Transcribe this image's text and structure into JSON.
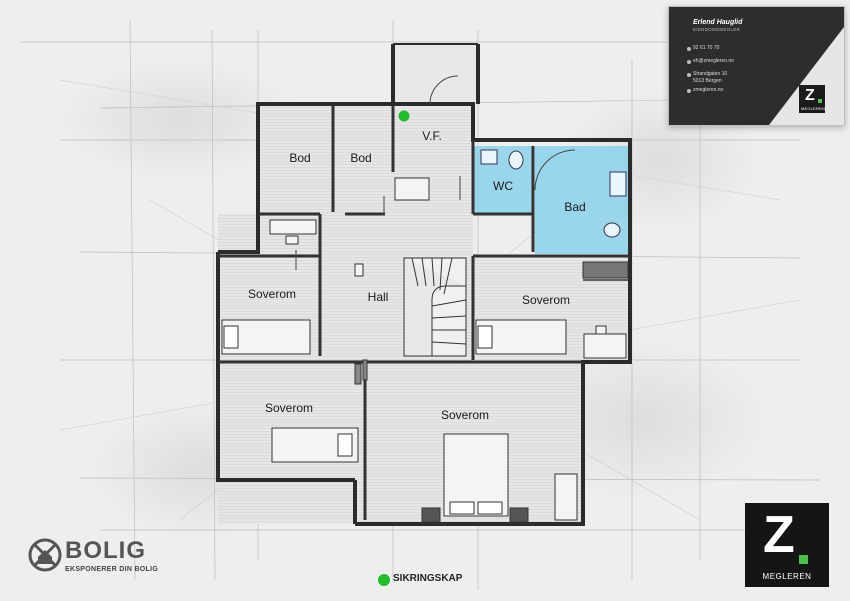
{
  "rooms": {
    "bod_1": "Bod",
    "bod_2": "Bod",
    "vf": "V.F.",
    "wc": "WC",
    "bad": "Bad",
    "hall": "Hall",
    "soverom_1": "Soverom",
    "soverom_2": "Soverom",
    "soverom_3": "Soverom",
    "soverom_4": "Soverom"
  },
  "legend": {
    "label": "SIKRINGSKAP",
    "color": "#1fbf2a"
  },
  "business_card": {
    "name": "Erlend Hauglid",
    "title": "EIENDOMSMEGLER",
    "phone": "92 61 70 70",
    "email": "eh@zmegleren.no",
    "address_line1": "Strandgaten 10",
    "address_line2": "5013 Bergen",
    "website": "zmegleren.no",
    "logo_letter": "Z",
    "logo_text": "MEGLEREN"
  },
  "brand_xbolig": {
    "logo": "BOLIG",
    "tagline": "EKSPONERER DIN BOLIG"
  },
  "brand_zmegleren": {
    "letter": "Z",
    "text": "MEGLEREN",
    "accent": "#47c147"
  },
  "colors": {
    "wet_room": "#8fd1ea",
    "wall": "#2b2b2b",
    "floor": "#e4e4e4"
  }
}
